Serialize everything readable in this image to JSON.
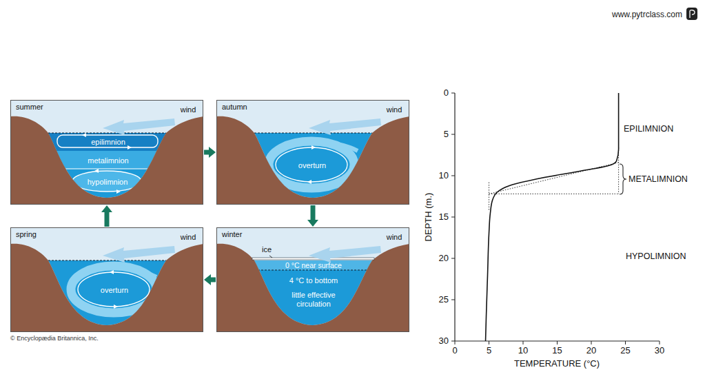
{
  "diagram": {
    "nodes": [
      {
        "text": [
          "summer"
        ]
      },
      {
        "text": [
          "epilimnion"
        ],
        "in": 0
      },
      {
        "text": [
          "metalimnion"
        ],
        "in": 0
      },
      {
        "text": [
          "hypolimnion"
        ],
        "in": 0
      },
      {
        "text": [
          "autumn"
        ]
      },
      {
        "text": [
          "overturn"
        ],
        "in": 4
      },
      {
        "text": [
          "spring"
        ]
      },
      {
        "text": [
          "overturn"
        ],
        "in": 6
      },
      {
        "text": [
          "winter"
        ]
      },
      {
        "text": [
          "0 °C near surface"
        ],
        "in": 8
      },
      {
        "text": [
          "4 °C to bottom",
          "little effective circulation"
        ],
        "in": 8
      }
    ],
    "edges": [
      {
        "from": 0,
        "to": 4,
        "arrow": "to"
      },
      {
        "from": 4,
        "to": 8,
        "arrow": "to"
      },
      {
        "from": 8,
        "to": 6,
        "arrow": "to"
      },
      {
        "from": 6,
        "to": 0,
        "arrow": "to"
      }
    ],
    "labels": [
      "wind",
      "wind",
      "wind",
      "ice",
      "wind",
      "© Encyclopædia Britannica, Inc.",
      "www.pytrclass.com",
      "0",
      "5",
      "10",
      "15",
      "20",
      "25",
      "30",
      "0",
      "5",
      "10",
      "15",
      "20",
      "25",
      "30",
      "DEPTH (m.)",
      "TEMPERATURE (°C)",
      "EPILIMNION",
      "METALIMNION",
      "HYPOLIMNION"
    ]
  }
}
